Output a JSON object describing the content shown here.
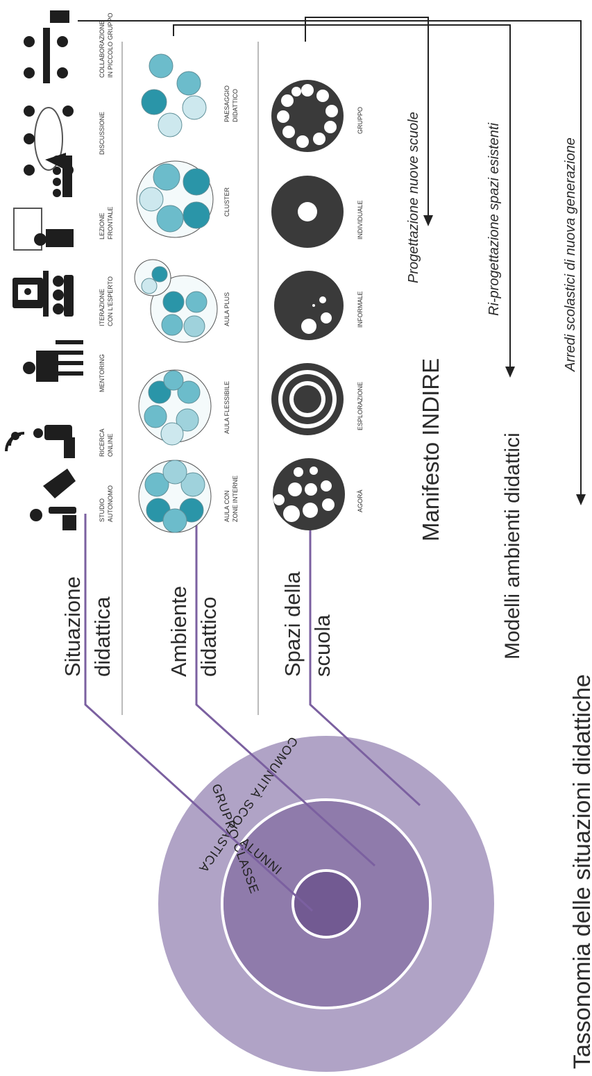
{
  "rings": {
    "inner": "ALUNNI",
    "middle": "GRUPPO CLASSE",
    "outer": "COMUNITÀ SCOLASTICA"
  },
  "levels": {
    "situazione_1": "Situazione",
    "situazione_2": "didattica",
    "ambiente_1": "Ambiente",
    "ambiente_2": "didattico",
    "spazi_1": "Spazi della",
    "spazi_2": "scuola"
  },
  "situations": [
    {
      "l1": "STUDIO",
      "l2": "AUTONOMO"
    },
    {
      "l1": "RICERCA",
      "l2": "ONLINE"
    },
    {
      "l1": "MENTORING",
      "l2": ""
    },
    {
      "l1": "ITERAZIONE",
      "l2": "CON L'ESPERTO"
    },
    {
      "l1": "LEZIONE",
      "l2": "FRONTALE"
    },
    {
      "l1": "DISCUSSIONE",
      "l2": ""
    },
    {
      "l1": "COLLABORAZIONE",
      "l2": "IN PICCOLO GRUPPO"
    }
  ],
  "environments": [
    {
      "l1": "AULA CON",
      "l2": "ZONE INTERNE"
    },
    {
      "l1": "AULA FLESSIBILE",
      "l2": ""
    },
    {
      "l1": "AULA PLUS",
      "l2": ""
    },
    {
      "l1": "CLUSTER",
      "l2": ""
    },
    {
      "l1": "PAESAGGIO",
      "l2": "DIDATTICO"
    }
  ],
  "spaces": [
    {
      "l1": "AGORÀ"
    },
    {
      "l1": "ESPLORAZIONE"
    },
    {
      "l1": "INFORMALE"
    },
    {
      "l1": "INDIVIDUALE"
    },
    {
      "l1": "GRUPPO"
    }
  ],
  "outputs": {
    "progettazione": "Progettazione nuove scuole",
    "manifesto": "Manifesto INDIRE",
    "riprogettazione": "Ri-progettazione spazi esistenti",
    "modelli": "Modelli ambienti didattici",
    "arredi": "Arredi scolastici di nuova generazione",
    "tassonomia": "Tassonomia delle situazioni didattiche"
  },
  "colors": {
    "outer_ring": "#b0a3c6",
    "middle_ring": "#8f7bab",
    "inner_ring": "#725a92",
    "connector": "#7b60a0",
    "teal_dark": "#2a95a8",
    "teal_mid": "#6cbccb",
    "teal_light": "#cde8ee",
    "space_dark": "#3a3a3a",
    "icon": "#1e1e1e"
  }
}
